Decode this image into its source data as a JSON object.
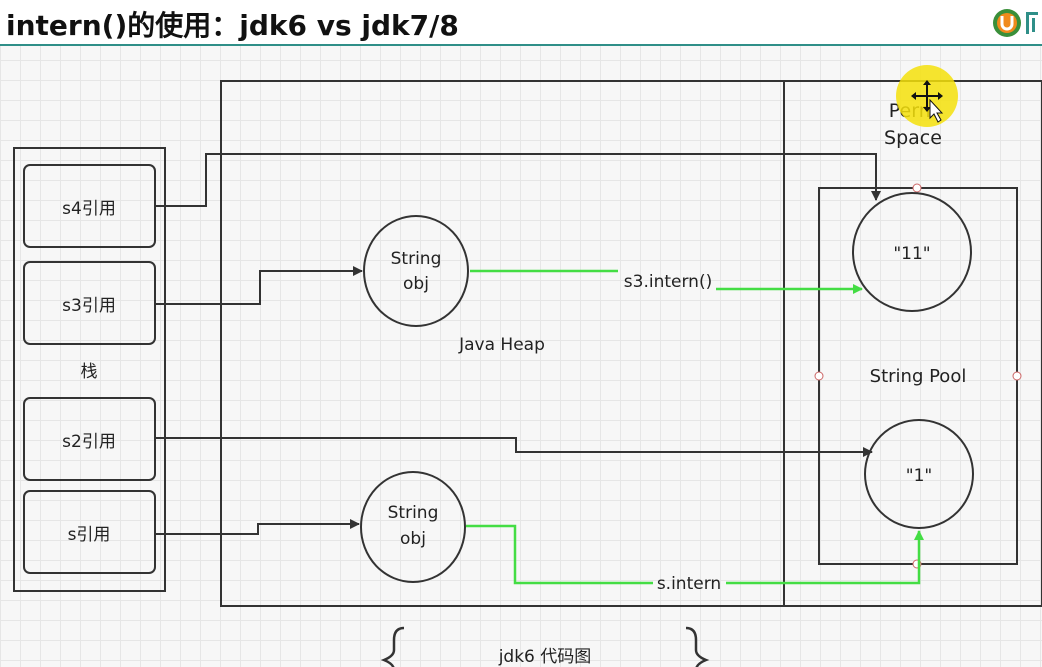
{
  "header": {
    "title": "intern()的使用：jdk6 vs jdk7/8"
  },
  "stack": {
    "label": "栈",
    "refs": [
      "s4引用",
      "s3引用",
      "s2引用",
      "s引用"
    ]
  },
  "heap": {
    "label": "Java Heap",
    "obj_top": {
      "line1": "String",
      "line2": "obj"
    },
    "obj_bottom": {
      "line1": "String",
      "line2": "obj"
    }
  },
  "perm": {
    "line1": "Perm",
    "line2": "Space"
  },
  "pool": {
    "label": "String Pool",
    "str_top": "\"11\"",
    "str_bottom": "\"1\""
  },
  "edges": {
    "s3_intern": "s3.intern()",
    "s_intern": "s.intern"
  },
  "caption": "jdk6 代码图",
  "colors": {
    "accent_green": "#44dd44",
    "cursor_highlight": "#f5e10a",
    "header_rule": "#2f8f88"
  },
  "icons": {
    "logo": "brand-logo-icon",
    "cursor": "move-cursor-icon"
  }
}
